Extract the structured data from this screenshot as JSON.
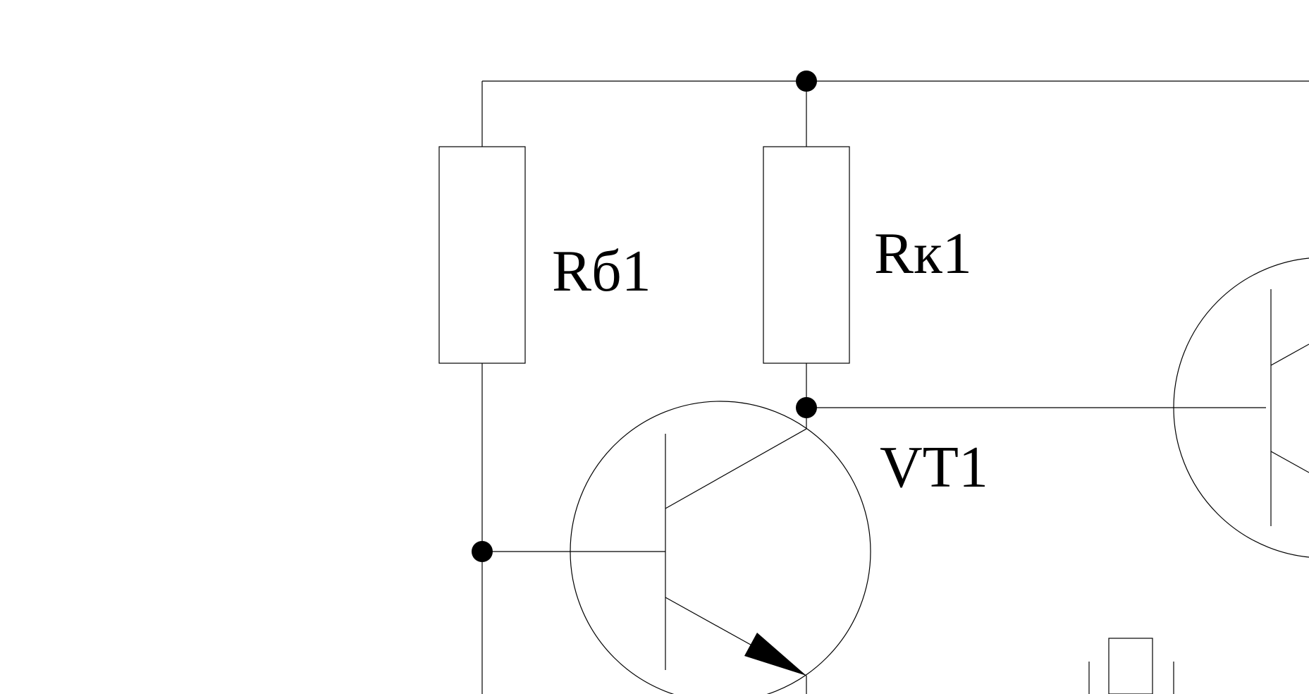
{
  "diagram": {
    "labels": {
      "rb1": "Rб1",
      "rk1": "Rк1",
      "vt1": "VT1"
    }
  }
}
